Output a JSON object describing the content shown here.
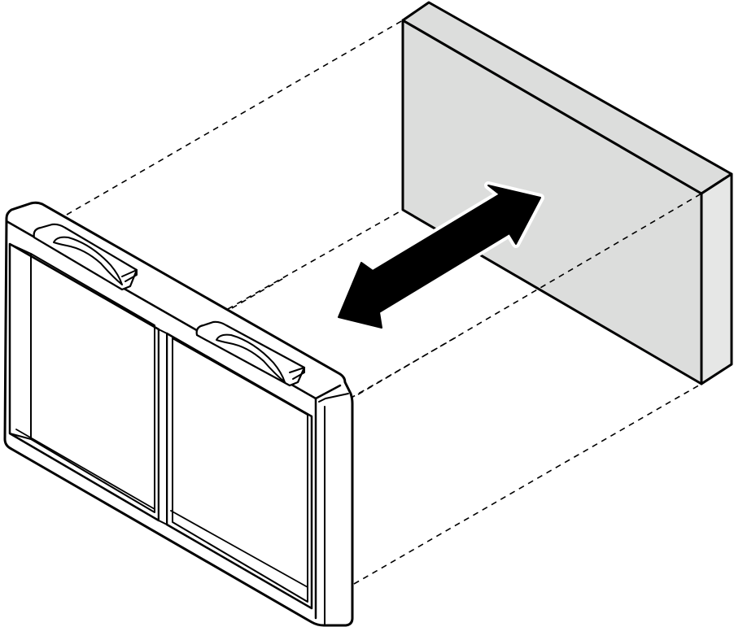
{
  "diagram": {
    "components": [
      {
        "name": "component-block",
        "icon": "rectangular-block"
      },
      {
        "name": "bracket-frame",
        "icon": "two-opening-frame"
      },
      {
        "name": "latch-clips",
        "icon": "spring-clip",
        "count": 2
      },
      {
        "name": "direction-arrow",
        "icon": "double-headed-arrow"
      }
    ],
    "colors": {
      "line": "#000000",
      "block_fill": "#dcdddc",
      "block_side": "#e6e7e6",
      "frame_fill": "#ffffff",
      "arrow_fill": "#000000",
      "arrow_outline": "#ffffff"
    }
  }
}
